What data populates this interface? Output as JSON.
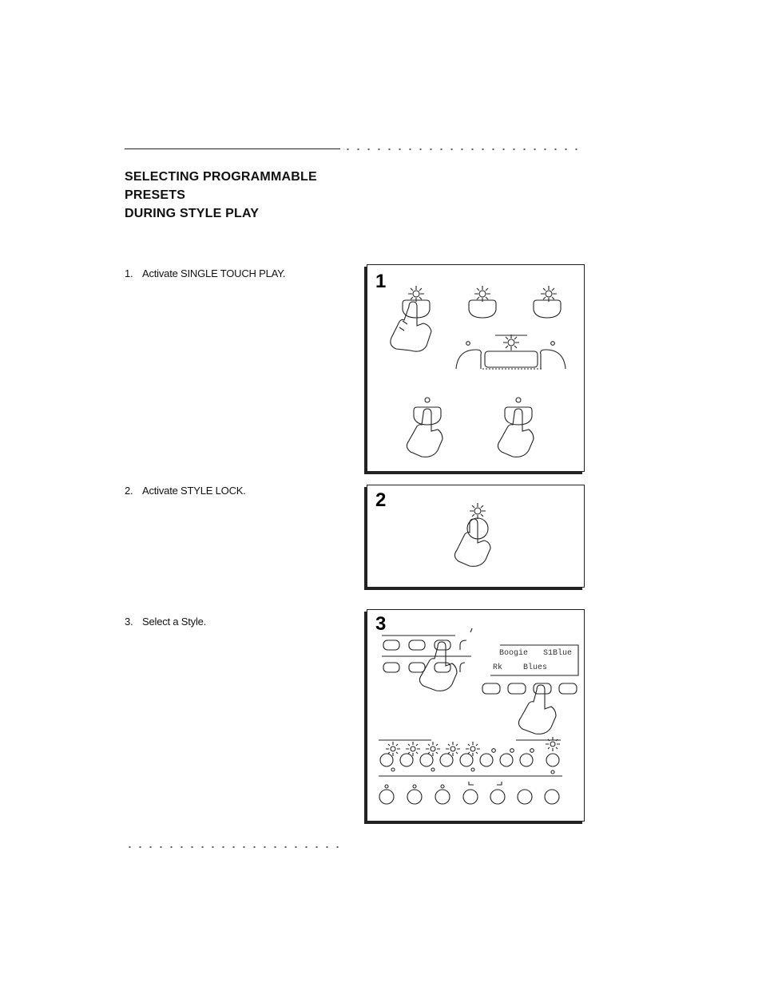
{
  "header": {
    "title_line1": "SELECTING PROGRAMMABLE PRESETS",
    "title_line2": "DURING STYLE PLAY"
  },
  "steps": [
    {
      "number": "1.",
      "text": "Activate SINGLE TOUCH PLAY."
    },
    {
      "number": "2.",
      "text": "Activate STYLE LOCK."
    },
    {
      "number": "3.",
      "text": "Select a Style."
    }
  ],
  "panels": [
    {
      "label": "1"
    },
    {
      "label": "2"
    },
    {
      "label": "3",
      "display": {
        "row1_left": "Boogie",
        "row1_right": "S1Blue",
        "row2_left": "Rk",
        "row2_right": "Blues"
      }
    }
  ]
}
